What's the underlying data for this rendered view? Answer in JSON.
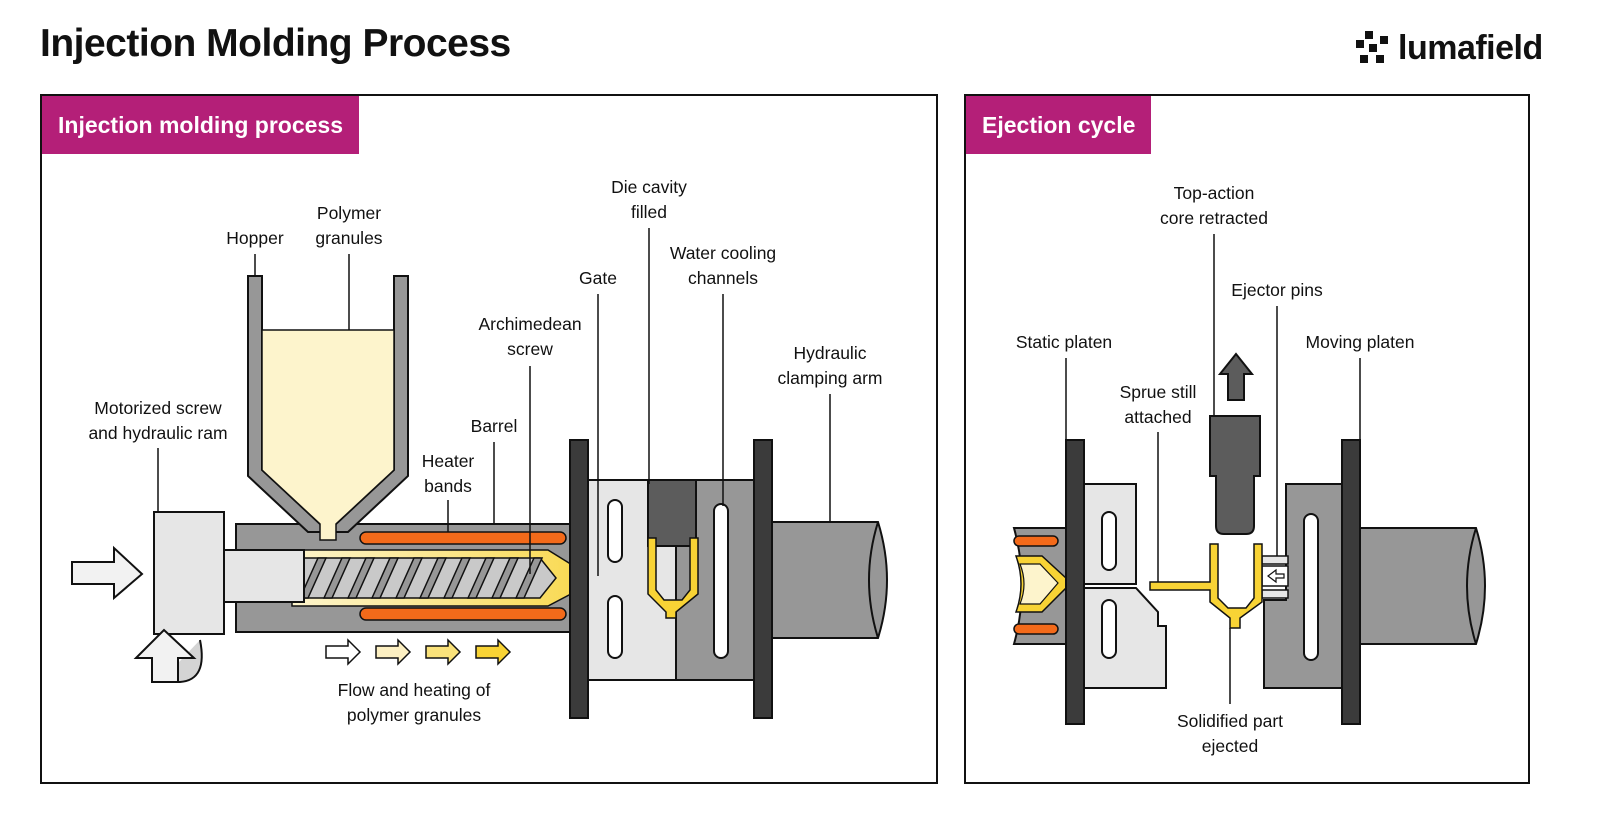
{
  "page": {
    "title": "Injection Molding Process"
  },
  "brand": {
    "name": "lumafield",
    "logo_icon": "lumafield-logo-icon"
  },
  "colors": {
    "accent": "#b41f78",
    "polymer_light": "#fdf4cc",
    "polymer_yellow": "#f8d335",
    "heater_orange": "#f36a1a",
    "steel_gray": "#979797",
    "light_gray": "#e6e6e6",
    "dark_gray": "#5c5c5c",
    "platen_dark": "#3b3b3b"
  },
  "left_panel": {
    "title": "Injection molding process",
    "labels": {
      "hopper": "Hopper",
      "polymer_1": "Polymer",
      "polymer_2": "granules",
      "die_1": "Die cavity",
      "die_2": "filled",
      "water_1": "Water cooling",
      "water_2": "channels",
      "gate": "Gate",
      "archimedean_1": "Archimedean",
      "archimedean_2": "screw",
      "hydraulic_1": "Hydraulic",
      "hydraulic_2": "clamping arm",
      "barrel": "Barrel",
      "motorized_1": "Motorized screw",
      "motorized_2": "and hydraulic ram",
      "heater_1": "Heater",
      "heater_2": "bands",
      "flow_1": "Flow and heating of",
      "flow_2": "polymer granules"
    }
  },
  "right_panel": {
    "title": "Ejection cycle",
    "labels": {
      "top_action_1": "Top-action",
      "top_action_2": "core retracted",
      "ejector": "Ejector pins",
      "static": "Static platen",
      "moving": "Moving platen",
      "sprue_1": "Sprue still",
      "sprue_2": "attached",
      "solidified_1": "Solidified part",
      "solidified_2": "ejected"
    }
  }
}
